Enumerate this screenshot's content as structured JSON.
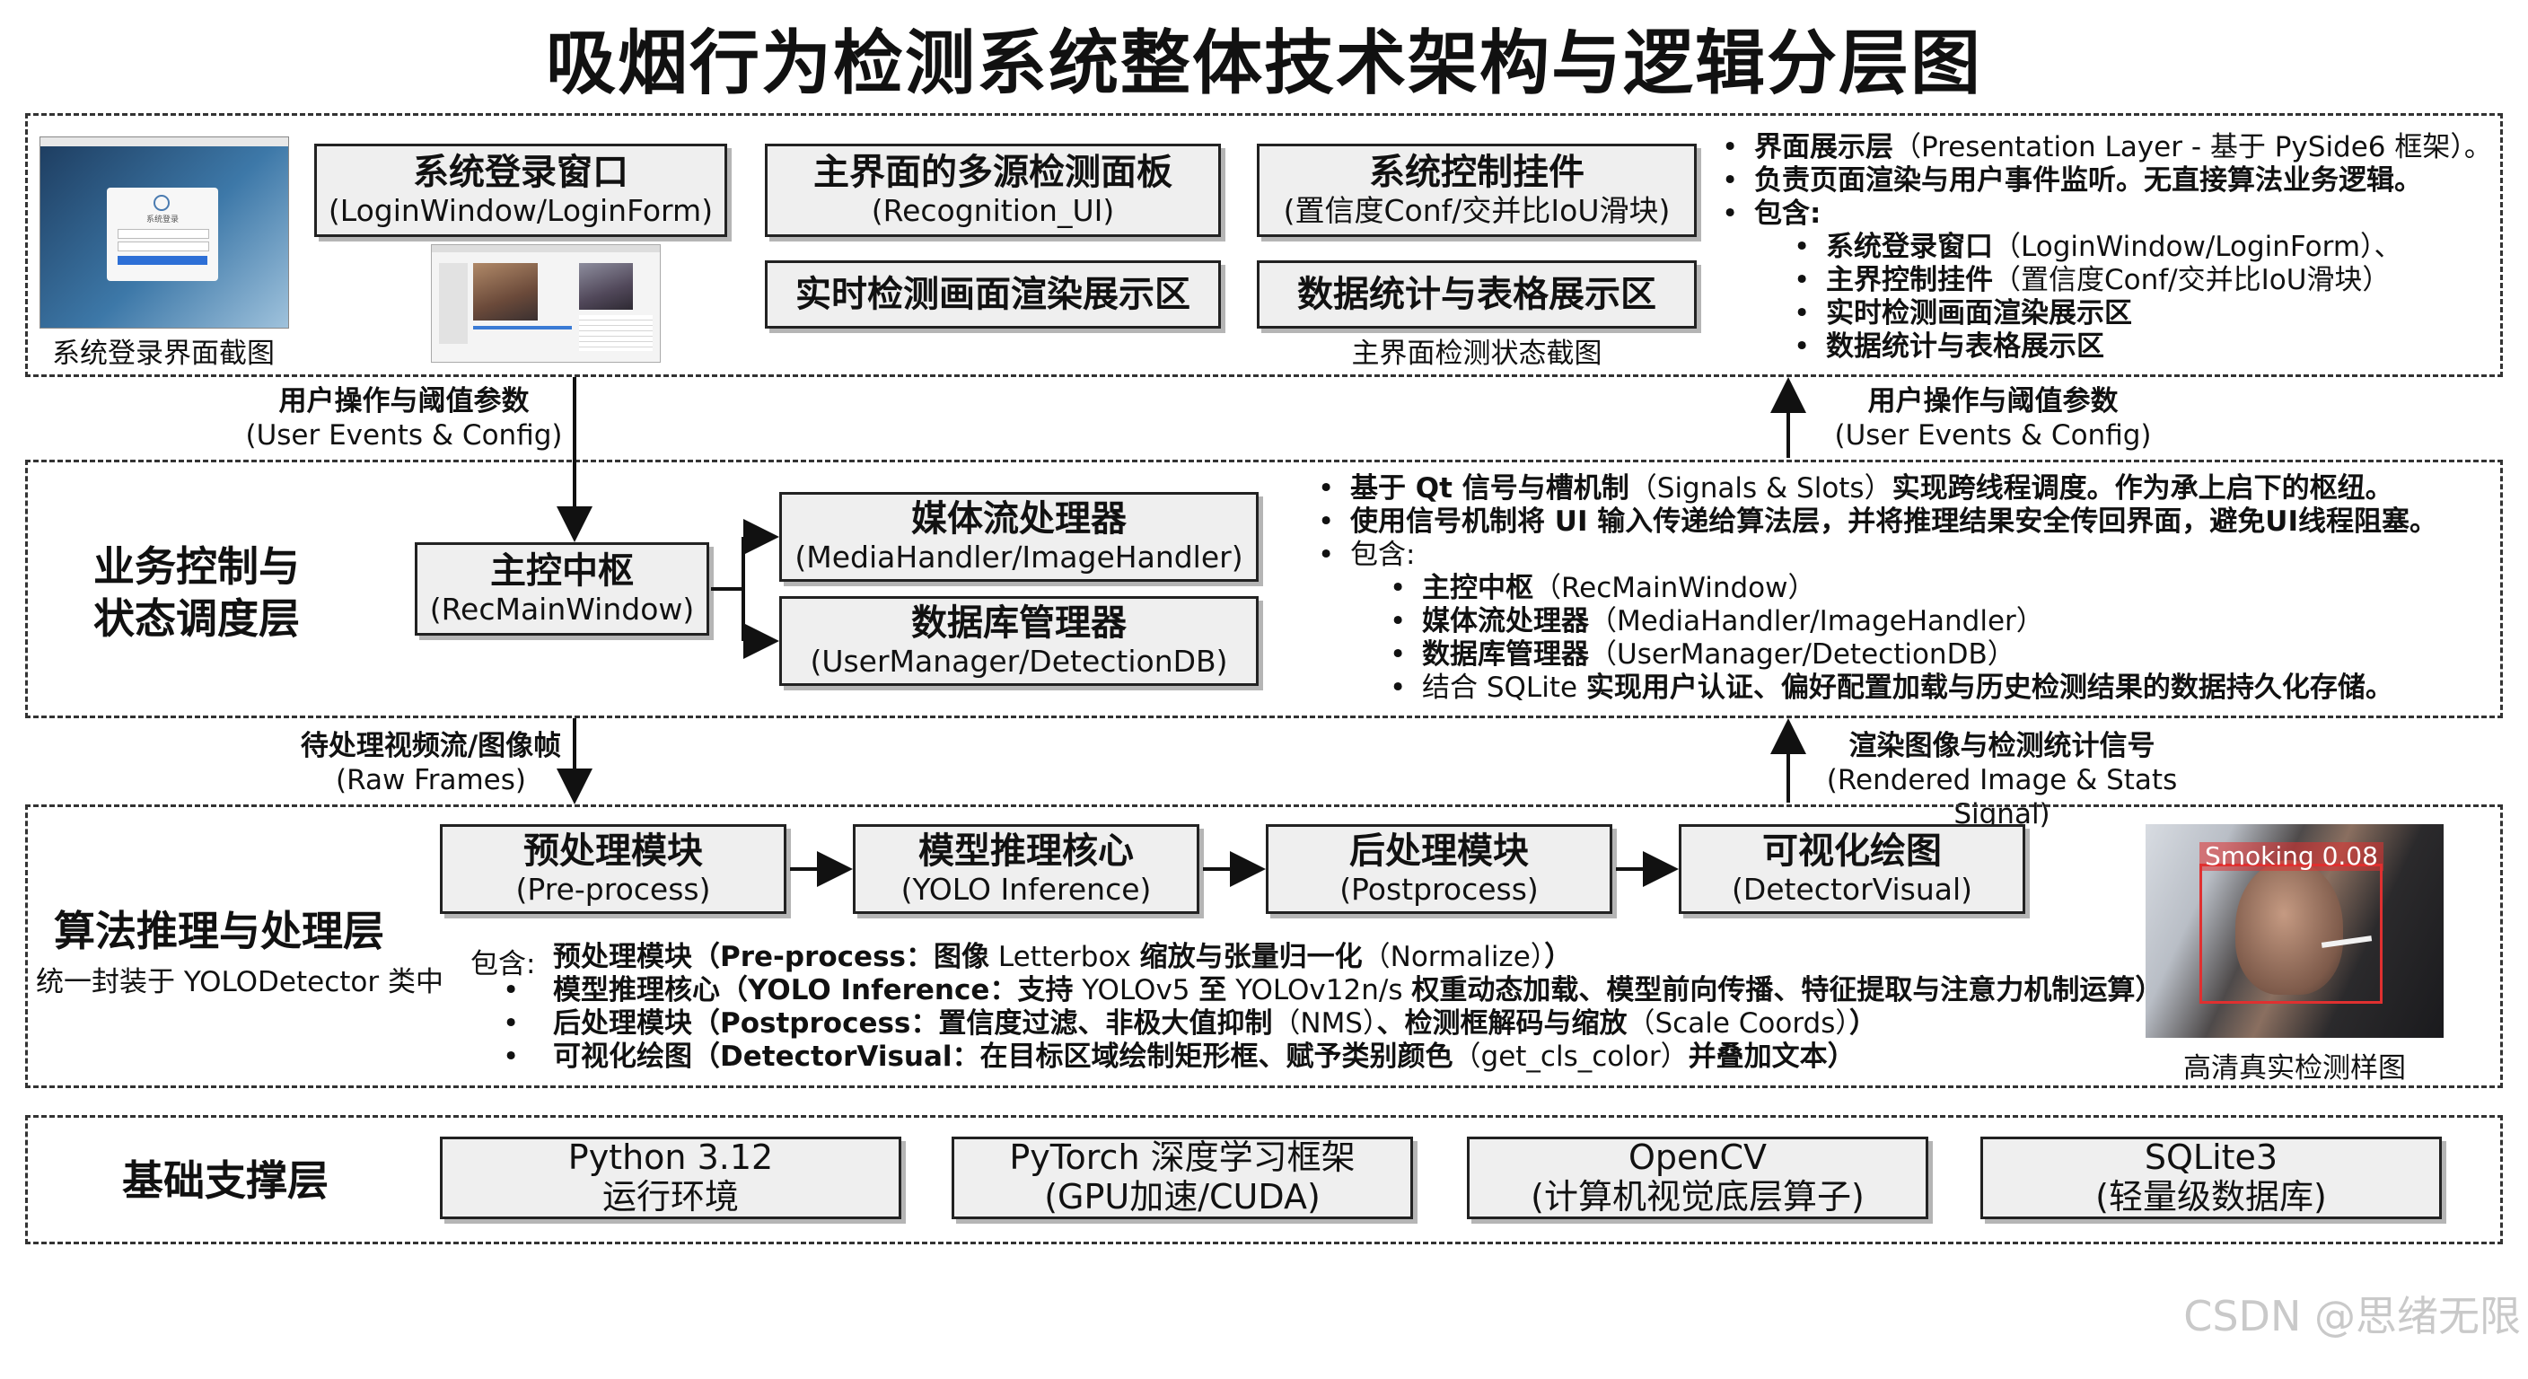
{
  "title": "吸烟行为检测系统整体技术架构与逻辑分层图",
  "presentation_layer": {
    "login_screenshot_caption": "系统登录界面截图",
    "login_screenshot_title": "系统登录",
    "login_box": {
      "title": "系统登录窗口",
      "subtitle": "(LoginWindow/LoginForm)"
    },
    "recognition_box": {
      "title": "主界面的多源检测面板",
      "subtitle": "(Recognition_UI)"
    },
    "control_box": {
      "title": "系统控制挂件",
      "subtitle": "(置信度Conf/交并比IoU滑块)"
    },
    "render_box": {
      "title": "实时检测画面渲染展示区"
    },
    "stats_box": {
      "title": "数据统计与表格展示区"
    },
    "main_screenshot_caption": "主界面检测状态截图",
    "bullets": [
      {
        "bold": "界面展示层",
        "text": "（Presentation Layer - 基于 PySide6 框架）。"
      },
      {
        "bold": "负责页面渲染与用户事件监听。无直接算法业务逻辑。",
        "text": ""
      },
      {
        "bold": "包含:",
        "text": ""
      }
    ],
    "sub_bullets": [
      {
        "bold": "系统登录窗口",
        "text": "（LoginWindow/LoginForm）、"
      },
      {
        "bold": "主界控制挂件",
        "text": "（置信度Conf/交并比IoU滑块）"
      },
      {
        "bold": "实时检测画面渲染展示区",
        "text": ""
      },
      {
        "bold": "数据统计与表格展示区",
        "text": ""
      }
    ]
  },
  "flow_labels": {
    "down1": {
      "line1": "用户操作与阈值参数",
      "line2": "(User Events & Config)"
    },
    "up1": {
      "line1": "用户操作与阈值参数",
      "line2": "(User Events & Config)"
    },
    "down2": {
      "line1": "待处理视频流/图像帧",
      "line2": "(Raw Frames)"
    },
    "up2": {
      "line1": "渲染图像与检测统计信号",
      "line2": "(Rendered Image & Stats Signal)"
    }
  },
  "business_layer": {
    "name_line1": "业务控制与",
    "name_line2": "状态调度层",
    "hub_box": {
      "title": "主控中枢",
      "subtitle": "(RecMainWindow)"
    },
    "media_box": {
      "title": "媒体流处理器",
      "subtitle": "(MediaHandler/ImageHandler)"
    },
    "db_box": {
      "title": "数据库管理器",
      "subtitle": "(UserManager/DetectionDB)"
    },
    "bullets": [
      {
        "bold": "基于 Qt 信号与槽机制",
        "text": "（Signals & Slots）",
        "bold2": "实现跨线程调度。作为承上启下的枢纽。"
      },
      {
        "bold": "使用信号机制将 UI 输入传递给算法层，并将推理结果安全传回界面，避免UI线程阻塞。",
        "text": "",
        "bold2": ""
      },
      {
        "bold": "",
        "text": "包含:",
        "bold2": ""
      }
    ],
    "sub_bullets": [
      {
        "bold": "主控中枢",
        "text": "（RecMainWindow）"
      },
      {
        "bold": "媒体流处理器",
        "text": "（MediaHandler/ImageHandler）"
      },
      {
        "bold": "数据库管理器",
        "text": "（UserManager/DetectionDB）"
      },
      {
        "bold": "结合 SQLite",
        "text": "",
        "bold2": "实现用户认证、偏好配置加载与历史检测结果的数据持久化存储。"
      }
    ]
  },
  "algorithm_layer": {
    "name": "算法推理与处理层",
    "subname": "统一封装于 YOLODetector 类中",
    "modules": [
      {
        "title": "预处理模块",
        "subtitle": "(Pre-process)"
      },
      {
        "title": "模型推理核心",
        "subtitle": "(YOLO Inference)"
      },
      {
        "title": "后处理模块",
        "subtitle": "(Postprocess)"
      },
      {
        "title": "可视化绘图",
        "subtitle": "(DetectorVisual)"
      }
    ],
    "include_label": "包含:",
    "bullets": [
      {
        "bold": "预处理模块（Pre-process：图像",
        "text": " Letterbox ",
        "bold2": "缩放与张量归一化",
        "text2": "（Normalize）",
        "bold3": "）"
      },
      {
        "bold": "模型推理核心（YOLO Inference：支持",
        "text": " YOLOv5 ",
        "bold2": "至",
        "text2": " YOLOv12n/s ",
        "bold3": "权重动态加载、模型前向传播、特征提取与注意力机制运算）"
      },
      {
        "bold": "后处理模块（Postprocess：置信度过滤、非极大值抑制",
        "text": "（NMS）",
        "bold2": "、检测框解码与缩放",
        "text2": "（Scale Coords）",
        "bold3": "）"
      },
      {
        "bold": "可视化绘图（DetectorVisual：在目标区域绘制矩形框、赋予类别颜色",
        "text": "（get_cls_color）",
        "bold2": "并叠加文本）",
        "text2": "",
        "bold3": ""
      }
    ],
    "sample_label": "Smoking 0.08",
    "sample_caption": "高清真实检测样图"
  },
  "foundation_layer": {
    "name": "基础支撑层",
    "items": [
      {
        "line1": "Python 3.12",
        "line2": "运行环境"
      },
      {
        "line1": "PyTorch 深度学习框架",
        "line2": "(GPU加速/CUDA)"
      },
      {
        "line1": "OpenCV",
        "line2": "(计算机视觉底层算子)"
      },
      {
        "line1": "SQLite3",
        "line2": "(轻量级数据库)"
      }
    ]
  },
  "watermark": "CSDN @思绪无限",
  "colors": {
    "box_fill": "#efefef",
    "border": "#222222",
    "shadow": "#b5b5b5",
    "detect_box": "#e03030",
    "screenshot_blue": "#2f5f8f"
  }
}
